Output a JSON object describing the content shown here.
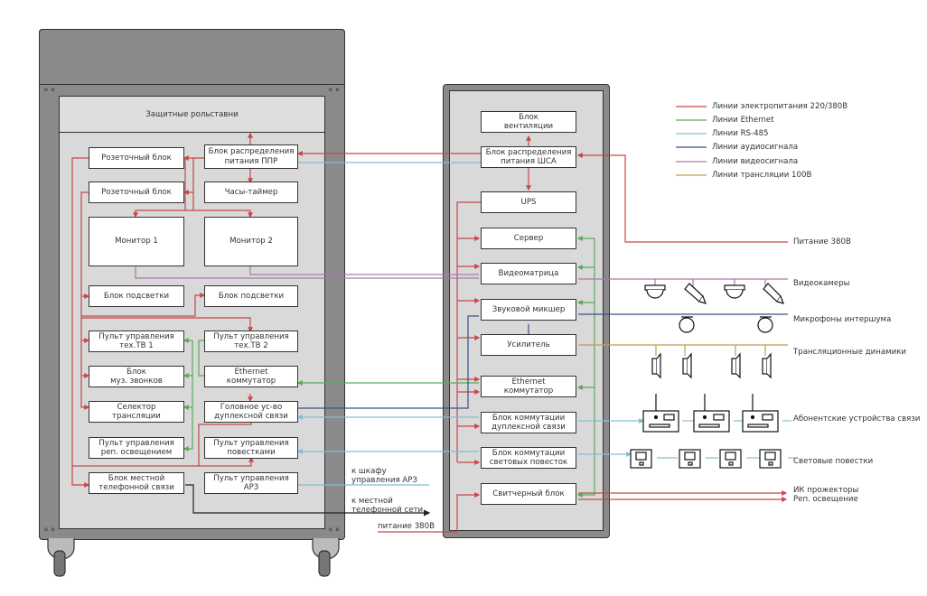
{
  "colors": {
    "power": "#c8474a",
    "ethernet": "#5aab5a",
    "rs485": "#7ec0cf",
    "audio": "#3b4f8a",
    "video": "#a77aa8",
    "broadcast": "#b9a04e",
    "cabinet": "#8a8a8a",
    "cabinet_inner": "#d9d9d9"
  },
  "legend": [
    {
      "key": "power",
      "label": "Линии электропитания 220/380В"
    },
    {
      "key": "ethernet",
      "label": "Линии Ethernet"
    },
    {
      "key": "rs485",
      "label": "Линии RS-485"
    },
    {
      "key": "audio",
      "label": "Линии аудиосигнала"
    },
    {
      "key": "video",
      "label": "Линии видеосигнала"
    },
    {
      "key": "broadcast",
      "label": "Линии трансляции 100В"
    }
  ],
  "left_cabinet": {
    "shutter": "Защитные рольставни",
    "blocks": {
      "socket1": "Розеточный блок",
      "ppr": "Блок распределения\nпитания ППР",
      "socket2": "Розеточный блок",
      "timer": "Часы-таймер",
      "monitor1": "Монитор 1",
      "monitor2": "Монитор 2",
      "light1": "Блок подсветки",
      "light2": "Блок подсветки",
      "tv1": "Пульт управления\nтех.ТВ 1",
      "tv2": "Пульт управления\nтех.ТВ 2",
      "bells": "Блок\nмуз. звонков",
      "eth": "Ethernet\nкоммутатор",
      "selector": "Селектор\nтрансляции",
      "duplex": "Головное ус-во\nдуплексной связи",
      "replight": "Пульт управления\nреп. освещением",
      "notices": "Пульт управления\nповестками",
      "phone": "Блок местной\nтелефонной связи",
      "arz": "Пульт управления\nАРЗ"
    }
  },
  "right_cabinet": {
    "blocks": {
      "vent": "Блок\nвентиляции",
      "sha": "Блок распределения\nпитания ШСА",
      "ups": "UPS",
      "server": "Сервер",
      "matrix": "Видеоматрица",
      "mixer": "Звуковой микшер",
      "amp": "Усилитель",
      "eth": "Ethernet\nкоммутатор",
      "duplexsw": "Блок коммутации\nдуплексной связи",
      "lightsw": "Блок коммутации\nсветовых повесток",
      "switcher": "Свитчерный блок"
    }
  },
  "annotations": {
    "to_arz": "к шкафу\nуправления АРЗ",
    "to_phone": "к местной\nтелефонной сети",
    "power_in_left": "питание 380В",
    "power_in_right": "Питание 380В",
    "cameras": "Видеокамеры",
    "mics": "Микрофоны интершума",
    "speakers": "Трансляционные динамики",
    "subscribers": "Абонентские устройства связи",
    "notice_lights": "Световые повестки",
    "ir": "ИК прожекторы",
    "rep_light": "Реп. освещение"
  }
}
